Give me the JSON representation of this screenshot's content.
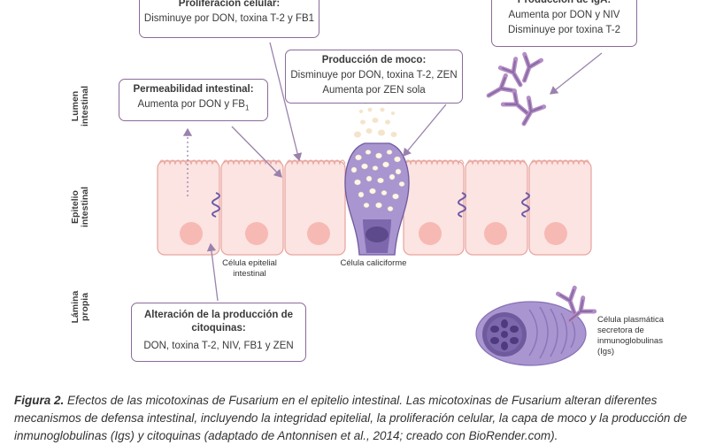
{
  "zones": {
    "lumen": "Lumen\nintestinal",
    "epitelio": "Epitelio\nintestinal",
    "lamina": "Lámina\npropia"
  },
  "boxes": {
    "proliferacion": {
      "title": "Proliferación celular:",
      "line1": "Disminuye por DON, toxina T-2 y FB1"
    },
    "iga": {
      "title": "Producción de IgA:",
      "line1": "Aumenta por DON y NIV",
      "line2": "Disminuye por toxina T-2"
    },
    "moco": {
      "title": "Producción de moco:",
      "line1": "Disminuye por DON, toxina T-2, ZEN",
      "line2": "Aumenta por ZEN sola"
    },
    "permeabilidad": {
      "title": "Permeabilidad intestinal:",
      "line1": "Aumenta por DON y FB",
      "sub": "1"
    },
    "citoquinas": {
      "title": "Alteración de la producción de citoquinas:",
      "line1": "DON, toxina T-2, NIV, FB1 y ZEN"
    }
  },
  "labels": {
    "celula_epitelial": "Célula epitelial\nintestinal",
    "celula_caliciforme": "Célula caliciforme",
    "celula_plasmatica": "Célula plasmática\nsecretora de\ninmunoglobulinas\n(Igs)"
  },
  "caption": {
    "bold": "Figura 2.",
    "text": " Efectos de las micotoxinas de Fusarium en el epitelio intestinal. Las micotoxinas de Fusarium alteran diferentes mecanismos de defensa intestinal, incluyendo la integridad epitelial, la proliferación celular, la capa de moco y la producción de inmunoglobulinas (Igs) y citoquinas (adaptado de Antonnisen et al., 2014; creado con BioRender.com)."
  },
  "colors": {
    "cell_fill": "#fbe4e2",
    "cell_stroke": "#e8a39c",
    "nucleus": "#f7b9b4",
    "goblet": "#a995d0",
    "goblet_dark": "#6f5a9d",
    "box_border": "#8a6b9a",
    "arrow": "#9a82ad"
  }
}
